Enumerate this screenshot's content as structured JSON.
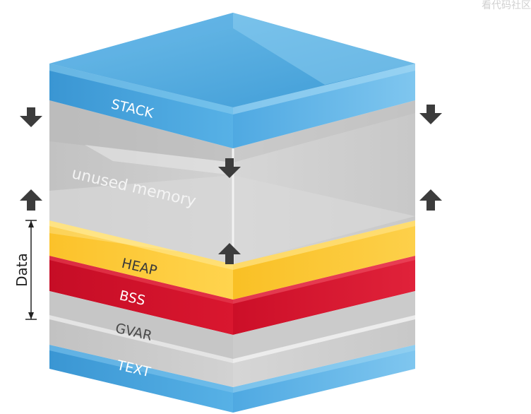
{
  "watermark": {
    "text": "看代码社区"
  },
  "layers": {
    "stack": "STACK",
    "unused": "unused memory",
    "heap": "HEAP",
    "bss": "BSS",
    "gvar": "GVAR",
    "text": "TEXT"
  },
  "bracket": {
    "label": "Data"
  },
  "colors": {
    "stack_blue": "#4aa8e0",
    "unused_gray": "#cfcfcf",
    "heap_yellow": "#fbc62c",
    "bss_red": "#d0102a",
    "gvar_gray": "#cdcdcd",
    "text_blue": "#4aa8e0",
    "arrow": "#3c3c3c"
  },
  "icons": {
    "down_arrow": "arrow-down-icon",
    "up_arrow": "arrow-up-icon"
  }
}
